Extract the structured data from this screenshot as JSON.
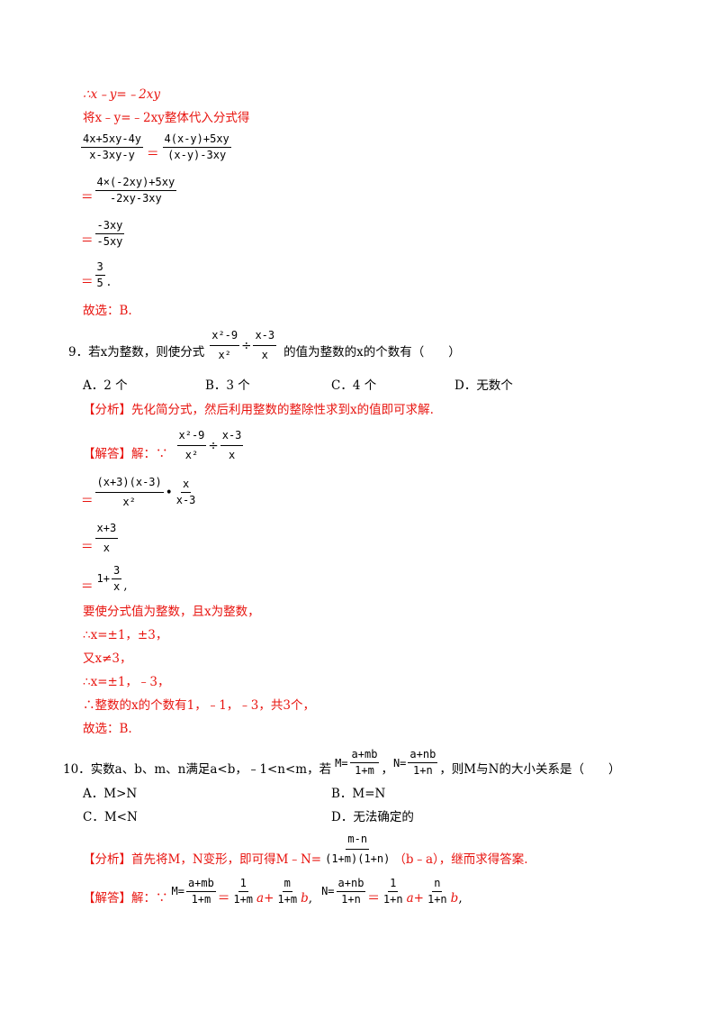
{
  "sol8": {
    "l1": "∴x﹣y=﹣2xy",
    "l2": "将x﹣y=﹣2xy整体代入分式得",
    "f1_num": "4x+5xy-4y",
    "f1_den": "x-3xy-y",
    "f2_num": "4(x-y)+5xy",
    "f2_den": "(x-y)-3xy",
    "f3_num": "4×(-2xy)+5xy",
    "f3_den": "-2xy-3xy",
    "f4_num": "-3xy",
    "f4_den": "-5xy",
    "f5_num": "3",
    "f5_den": "5",
    "eq": "＝",
    "period": ".",
    "choose": "故选：B."
  },
  "q9": {
    "number": "9．",
    "stem_pre": "若x为整数，则使分式",
    "frac_a_num": "x²-9",
    "frac_a_den": "x²",
    "div": "÷",
    "frac_b_num": "x-3",
    "frac_b_den": "x",
    "stem_post": "的值为整数的x的个数有（　　）",
    "optA": "A．2 个",
    "optB": "B．3 个",
    "optC": "C．4 个",
    "optD": "D．无数个",
    "analysis": "【分析】先化简分式，然后利用整数的整除性求到x的值即可求解.",
    "answer_label": "【解答】解：∵",
    "s1_num": "(x+3)(x-3)",
    "s1_den": "x²",
    "dot": "•",
    "s1b_num": "x",
    "s1b_den": "x-3",
    "s2_num": "x+3",
    "s2_den": "x",
    "s3_pre": "1+",
    "s3_num": "3",
    "s3_den": "x",
    "comma": ",",
    "t1": "要使分式值为整数，且x为整数，",
    "t2": "∴x=±1，±3，",
    "t3": "又x≠3，",
    "t4": "∴x=±1，﹣3，",
    "t5": "∴整数的x的个数有1，﹣1，﹣3，共3个，",
    "choose": "故选：B."
  },
  "q10": {
    "number": "10．",
    "stem_pre": "实数a、b、m、n满足a<b，﹣1<n<m，若",
    "M_label": "M=",
    "M_num": "a+mb",
    "M_den": "1+m",
    "sep": "，",
    "N_label": "N=",
    "N_num": "a+nb",
    "N_den": "1+n",
    "stem_post": "，则M与N的大小关系是（　　）",
    "optA": "A．M>N",
    "optB": "B．M=N",
    "optC": "C．M<N",
    "optD": "D．无法确定的",
    "analysis_pre": "【分析】首先将M，N变形，即可得M﹣N=",
    "an_num": "m-n",
    "an_den": "(1+m)(1+n)",
    "analysis_post": "（b﹣a），继而求得答案.",
    "answer_label": "【解答】解：∵",
    "r1": "1",
    "r1den": "1+m",
    "r2": "m",
    "r2den": "1+m",
    "r3": "1",
    "r3den": "1+n",
    "r4": "n",
    "r4den": "1+n",
    "a_plus": "a+",
    "b": "b",
    "tail": ","
  }
}
